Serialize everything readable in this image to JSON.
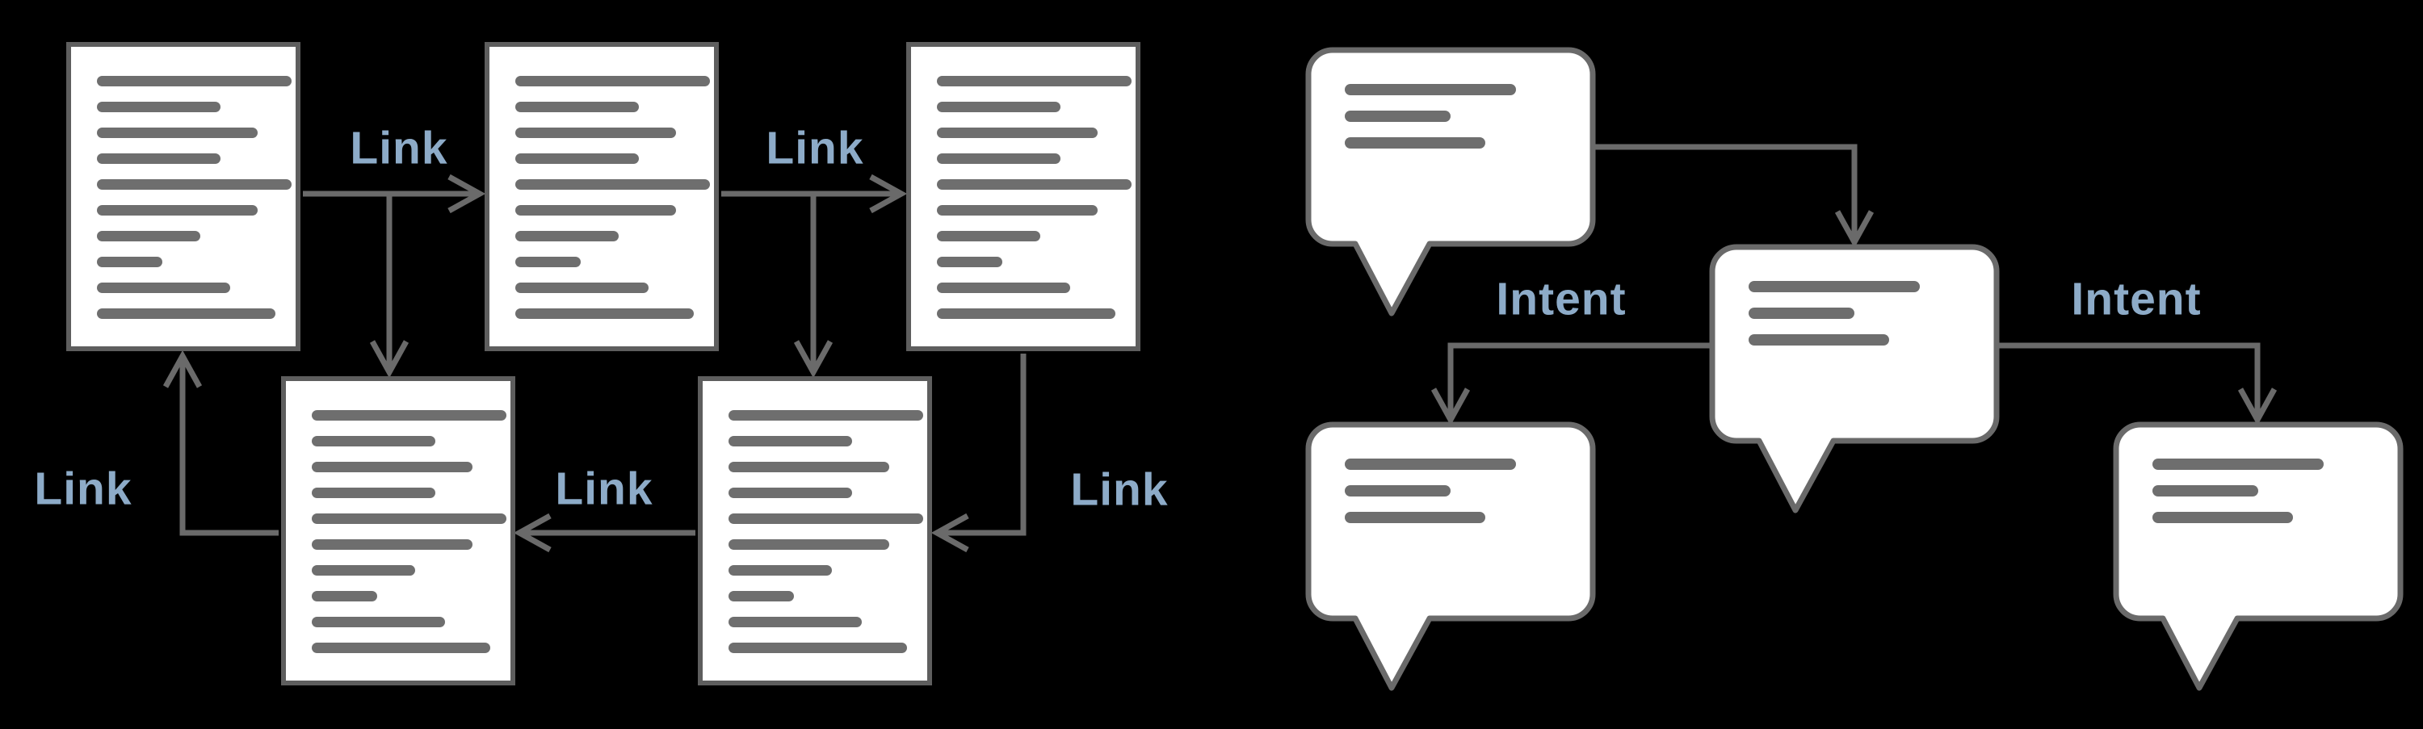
{
  "diagram": {
    "background": "#000000",
    "colors": {
      "node_fill": "#ffffff",
      "document_border": "#5e5e5e",
      "bubble_border": "#6a6a6a",
      "placeholder_line": "#6e6e6e",
      "arrow": "#6a6a6a",
      "edge_label_text": "#8dabc8"
    },
    "left_flow": {
      "node_type": "document",
      "node_count": 5,
      "placeholder_line_widths_pct": [
        98,
        62,
        81,
        62,
        98,
        81,
        52,
        33,
        67,
        90
      ],
      "edges": [
        {
          "from": "document-1",
          "to": "document-2",
          "label": "Link"
        },
        {
          "from": "document-2",
          "to": "document-3",
          "label": "Link"
        },
        {
          "from": "document-3",
          "to": "document-5",
          "label": "Link"
        },
        {
          "from": "document-5",
          "to": "document-4",
          "label": "Link"
        },
        {
          "from": "document-4",
          "to": "document-1",
          "label": "Link"
        },
        {
          "from": "document-1",
          "to": "document-4",
          "label": ""
        },
        {
          "from": "document-2",
          "to": "document-5",
          "label": ""
        }
      ]
    },
    "right_flow": {
      "node_type": "speech-bubble",
      "node_count": 4,
      "placeholder_line_widths_pct": [
        100,
        62,
        82
      ],
      "edges": [
        {
          "from": "bubble-1",
          "to": "bubble-2",
          "label": ""
        },
        {
          "from": "bubble-2",
          "to": "bubble-3",
          "label": "Intent"
        },
        {
          "from": "bubble-2",
          "to": "bubble-4",
          "label": "Intent"
        }
      ]
    }
  }
}
